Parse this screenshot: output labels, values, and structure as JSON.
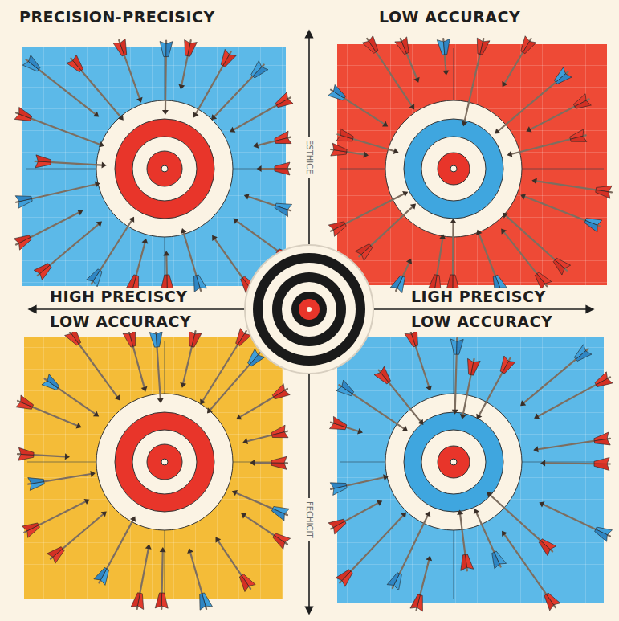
{
  "diagram": {
    "labels": [
      "PRECISION-PRECISICY",
      "LOW ACCURACY",
      "ESTHICE",
      "HIGH PRECISCY",
      "LOW ACCURACY",
      "LIGH PRECISCY",
      "LOW ACCURACY",
      "FECHICIT"
    ]
  }
}
